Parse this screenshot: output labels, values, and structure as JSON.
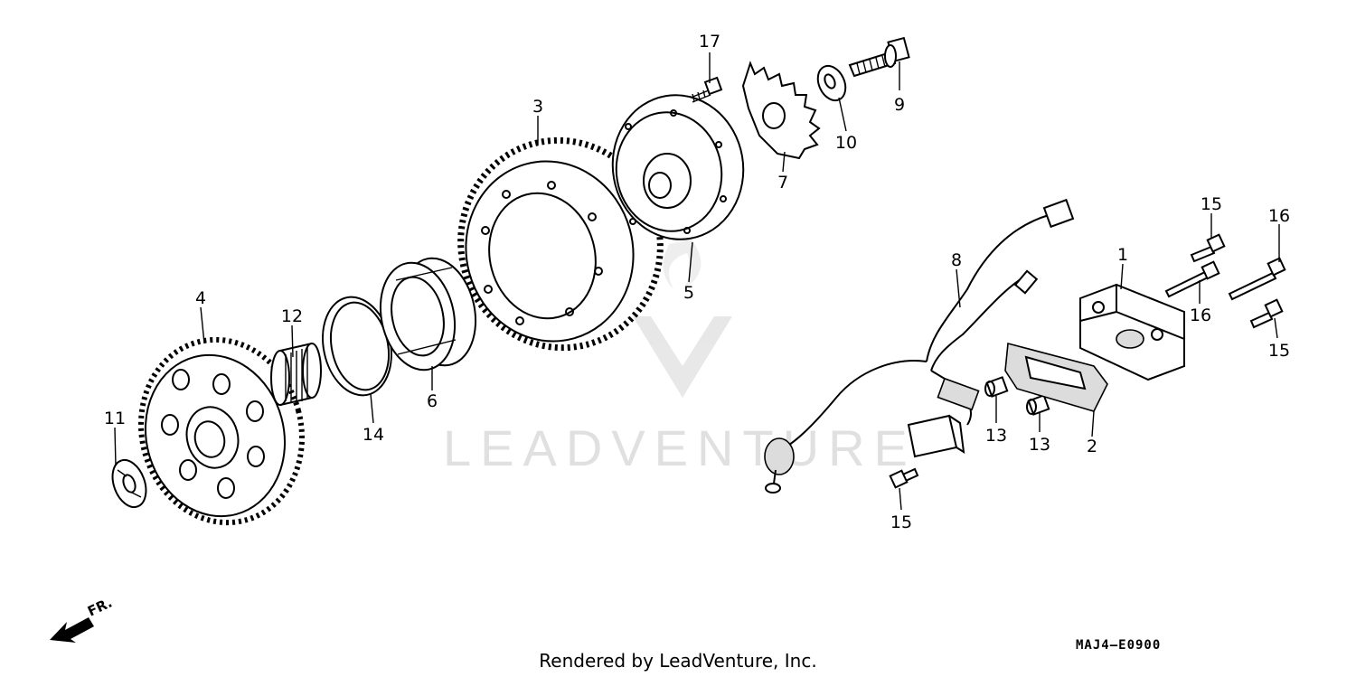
{
  "diagram": {
    "part_labels": [
      {
        "id": "p1",
        "text": "1"
      },
      {
        "id": "p2",
        "text": "2"
      },
      {
        "id": "p3",
        "text": "3"
      },
      {
        "id": "p4",
        "text": "4"
      },
      {
        "id": "p5",
        "text": "5"
      },
      {
        "id": "p6",
        "text": "6"
      },
      {
        "id": "p7",
        "text": "7"
      },
      {
        "id": "p8",
        "text": "8"
      },
      {
        "id": "p9",
        "text": "9"
      },
      {
        "id": "p10",
        "text": "10"
      },
      {
        "id": "p11",
        "text": "11"
      },
      {
        "id": "p12",
        "text": "12"
      },
      {
        "id": "p13a",
        "text": "13"
      },
      {
        "id": "p13b",
        "text": "13"
      },
      {
        "id": "p14",
        "text": "14"
      },
      {
        "id": "p15a",
        "text": "15"
      },
      {
        "id": "p15b",
        "text": "15"
      },
      {
        "id": "p15c",
        "text": "15"
      },
      {
        "id": "p16a",
        "text": "16"
      },
      {
        "id": "p16b",
        "text": "16"
      },
      {
        "id": "p17",
        "text": "17"
      }
    ],
    "direction_label": "FR.",
    "diagram_code": "MAJ4—E0900",
    "credit": "Rendered by LeadVenture, Inc.",
    "watermark_text": "LEADVENTURE"
  }
}
